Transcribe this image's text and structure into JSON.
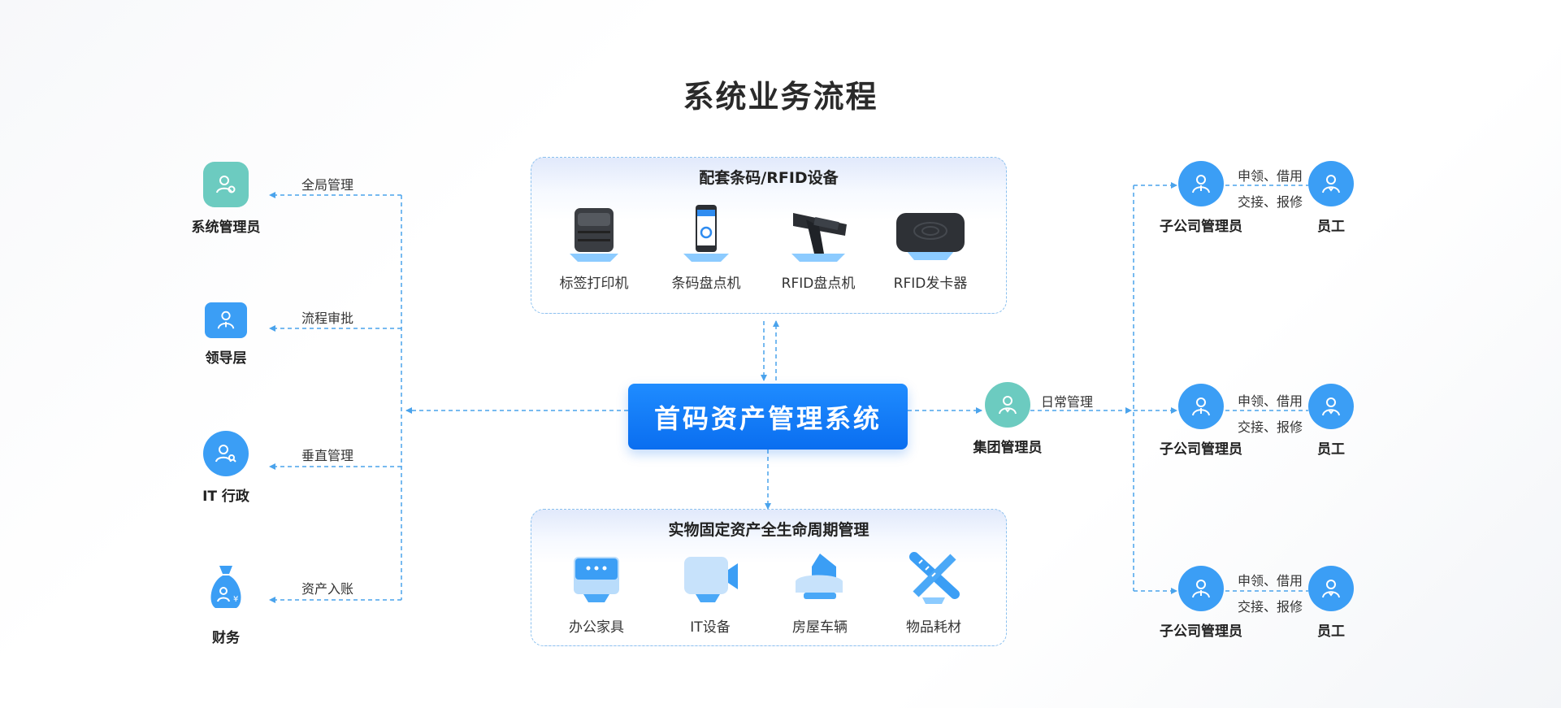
{
  "title": "系统业务流程",
  "center": "首码资产管理系统",
  "left_roles": [
    {
      "label": "系统管理员",
      "edge": "全局管理"
    },
    {
      "label": "领导层",
      "edge": "流程审批"
    },
    {
      "label": "IT 行政",
      "edge": "垂直管理"
    },
    {
      "label": "财务",
      "edge": "资产入账"
    }
  ],
  "devices_box": {
    "title": "配套条码/RFID设备",
    "items": [
      "标签打印机",
      "条码盘点机",
      "RFID盘点机",
      "RFID发卡器"
    ]
  },
  "lifecycle_box": {
    "title": "实物固定资产全生命周期管理",
    "items": [
      "办公家具",
      "IT设备",
      "房屋车辆",
      "物品耗材"
    ]
  },
  "group_manager": {
    "label": "集团管理员",
    "edge": "日常管理"
  },
  "subsidiaries": [
    {
      "manager": "子公司管理员",
      "edge_line1": "申领、借用",
      "edge_line2": "交接、报修",
      "employee": "员工"
    },
    {
      "manager": "子公司管理员",
      "edge_line1": "申领、借用",
      "edge_line2": "交接、报修",
      "employee": "员工"
    },
    {
      "manager": "子公司管理员",
      "edge_line1": "申领、借用",
      "edge_line2": "交接、报修",
      "employee": "员工"
    }
  ],
  "colors": {
    "primary": "#0a6ef0",
    "icon_blue": "#3b9ef5",
    "icon_teal": "#6ccbc0",
    "line": "#4aa3ec"
  }
}
